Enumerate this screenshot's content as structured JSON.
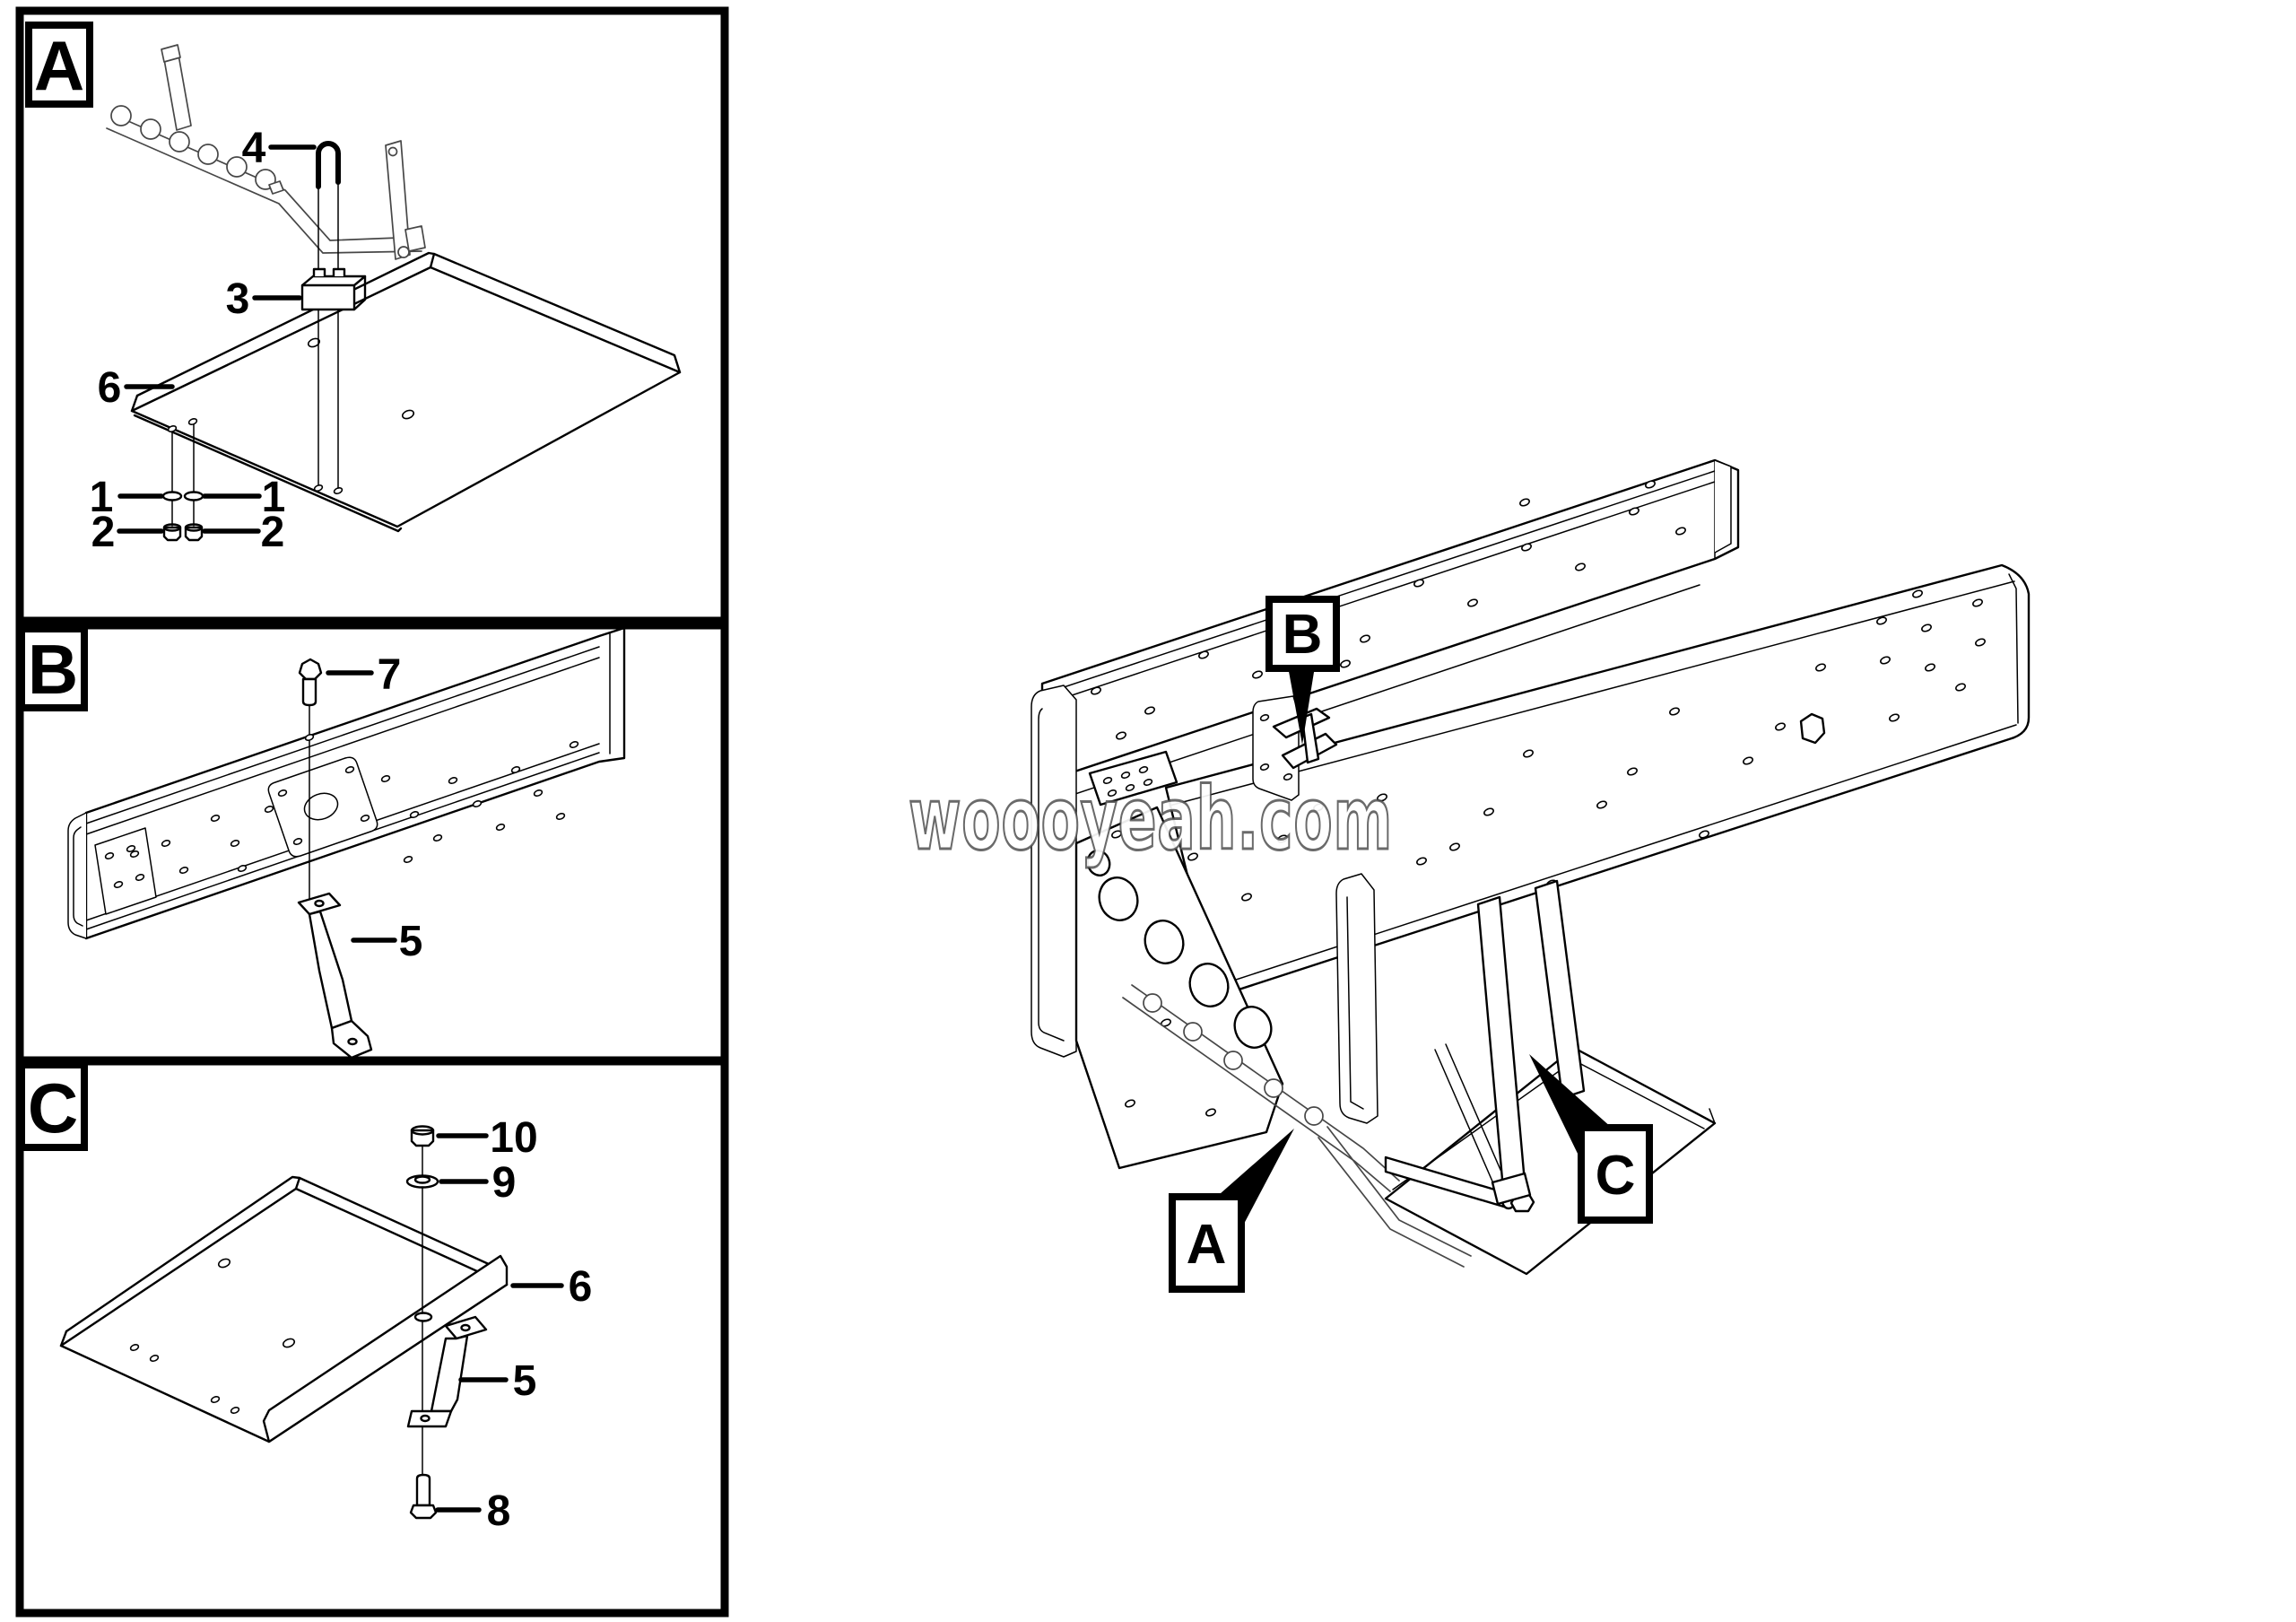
{
  "watermark": {
    "text": "woooyeah.com",
    "outline_color": "#454545"
  },
  "colors": {
    "line": "#000000",
    "background": "#ffffff",
    "secondary_part_line": "#474747"
  },
  "panels": {
    "a": {
      "label": "A",
      "callouts": [
        "4",
        "3",
        "6",
        "1",
        "1",
        "2",
        "2"
      ]
    },
    "b": {
      "label": "B",
      "callouts": [
        "7",
        "5"
      ]
    },
    "c": {
      "label": "C",
      "callouts": [
        "10",
        "9",
        "6",
        "5",
        "8"
      ]
    }
  },
  "main_view": {
    "callouts": {
      "b": "B",
      "a": "A",
      "c": "C"
    }
  }
}
